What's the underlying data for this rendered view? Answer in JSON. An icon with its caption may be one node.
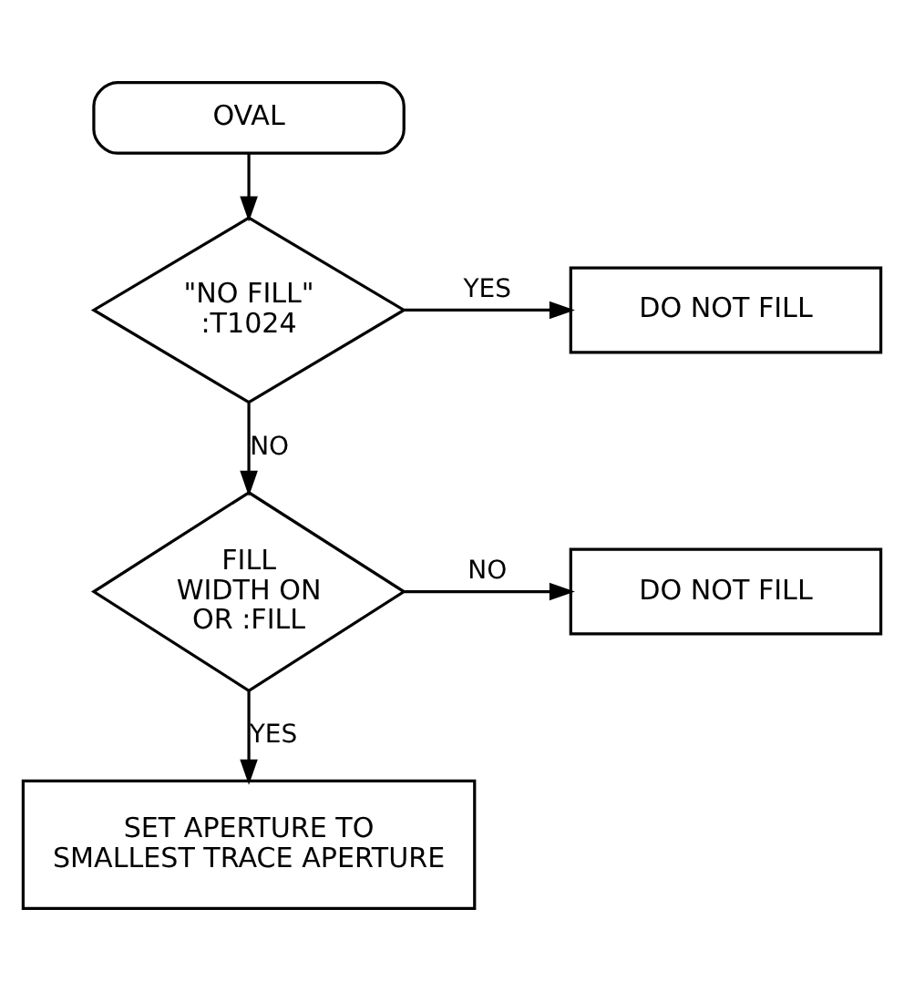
{
  "diagram": {
    "nodes": [
      {
        "text": [
          "OVAL"
        ]
      },
      {
        "text": [
          "\"NO FILL\" :T1024"
        ]
      },
      {
        "text": [
          "DO NOT FILL"
        ]
      },
      {
        "text": [
          "FILL WIDTH ON OR :FILL"
        ]
      },
      {
        "text": [
          "DO NOT FILL"
        ]
      },
      {
        "text": [
          "SET APERTURE TO SMALLEST TRACE APERTURE"
        ]
      }
    ],
    "edges": [
      {
        "from": 0,
        "to": 1,
        "arrow": "to"
      },
      {
        "from": 1,
        "to": 2,
        "arrow": "to",
        "label": "YES"
      },
      {
        "from": 1,
        "to": 3,
        "arrow": "to",
        "label": "NO"
      },
      {
        "from": 3,
        "to": 4,
        "arrow": "to",
        "label": "NO"
      },
      {
        "from": 3,
        "to": 5,
        "arrow": "to",
        "label": "YES"
      }
    ]
  }
}
